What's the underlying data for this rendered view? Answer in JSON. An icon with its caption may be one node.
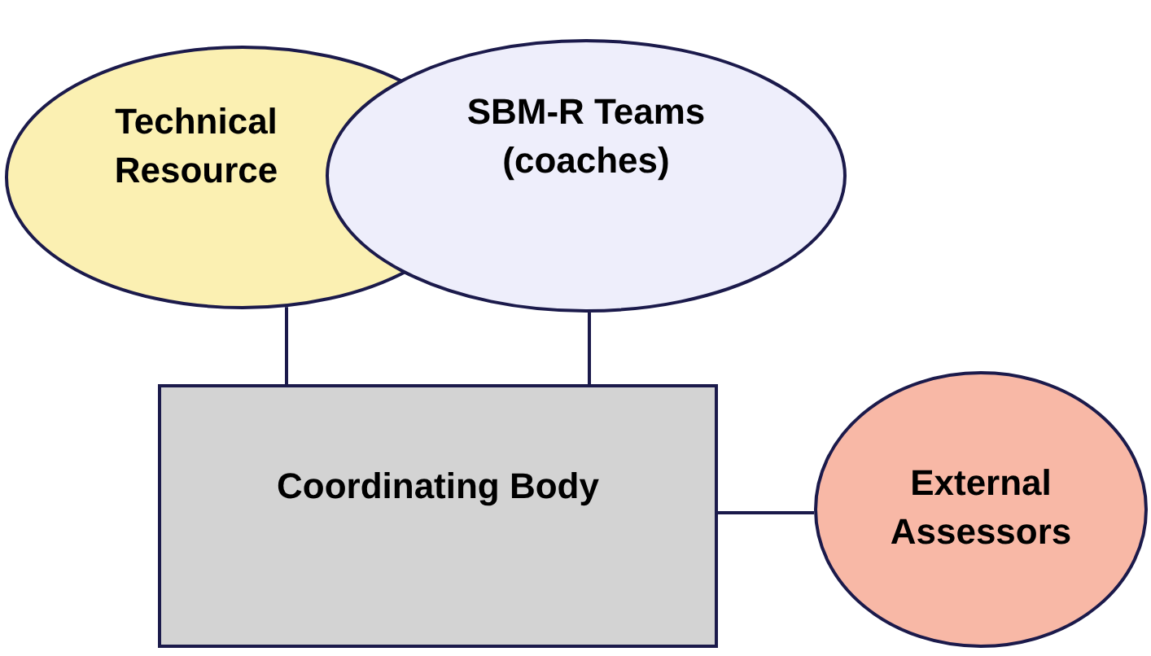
{
  "diagram": {
    "nodes": [
      {
        "text": [
          "Technical Resource"
        ]
      },
      {
        "text": [
          "SBM-R Teams (coaches)"
        ]
      },
      {
        "text": [
          "Coordinating Body"
        ]
      },
      {
        "text": [
          "External Assessors"
        ]
      }
    ],
    "edges": [
      {
        "from": 0,
        "to": 2,
        "arrow": "none"
      },
      {
        "from": 1,
        "to": 2,
        "arrow": "none"
      },
      {
        "from": 2,
        "to": 3,
        "arrow": "none"
      }
    ]
  }
}
